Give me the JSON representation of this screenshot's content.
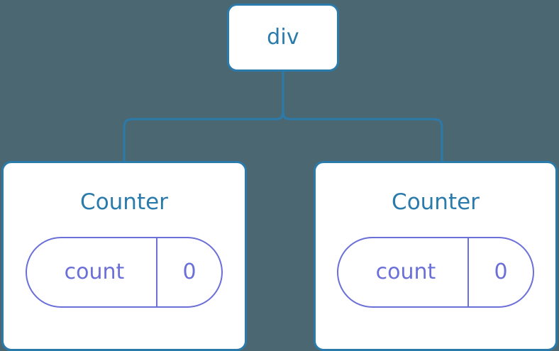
{
  "canvas": {
    "background_color": "#4b6872",
    "node_border_color": "#2a7bab",
    "node_fill_color": "#ffffff",
    "node_label_color": "#2a7bab",
    "pill_color": "#6b6fd8",
    "connector_color": "#2a7bab"
  },
  "tree": {
    "root": {
      "label": "div"
    },
    "children": [
      {
        "label": "Counter",
        "state": {
          "key": "count",
          "value": "0"
        }
      },
      {
        "label": "Counter",
        "state": {
          "key": "count",
          "value": "0"
        }
      }
    ]
  }
}
